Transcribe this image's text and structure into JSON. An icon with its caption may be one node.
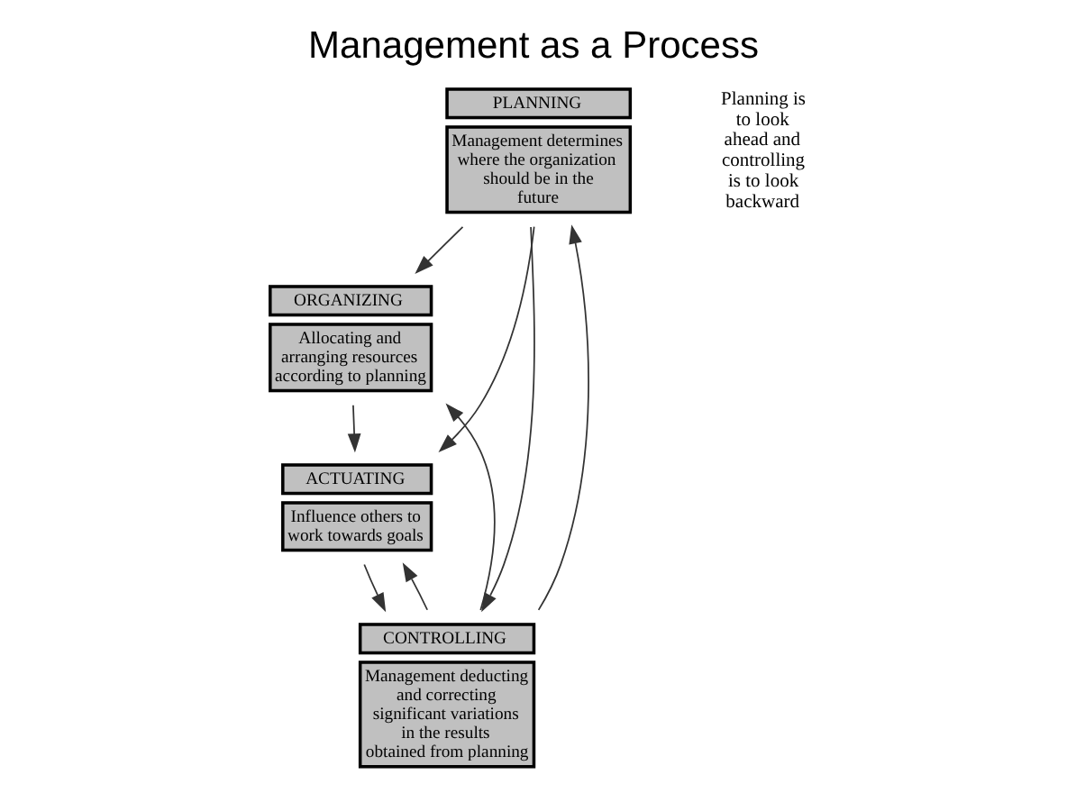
{
  "diagram": {
    "title": "Management as a Process",
    "nodes": [
      {
        "text": [
          "PLANNING",
          "Management determines where the organization should be in the future"
        ]
      },
      {
        "text": [
          "ORGANIZING",
          "Allocating and arranging resources according to planning"
        ]
      },
      {
        "text": [
          "ACTUATING",
          "Influence others to work towards goals"
        ]
      },
      {
        "text": [
          "CONTROLLING",
          "Management deducting and correcting significant variations in the results obtained from planning"
        ]
      }
    ],
    "edges": [
      {
        "from": 0,
        "to": 1,
        "arrow": "to"
      },
      {
        "from": 1,
        "to": 2,
        "arrow": "to"
      },
      {
        "from": 0,
        "to": 2,
        "arrow": "to"
      },
      {
        "from": 2,
        "to": 3,
        "arrow": "to"
      },
      {
        "from": 0,
        "to": 3,
        "arrow": "to"
      },
      {
        "from": 3,
        "to": 0,
        "arrow": "to"
      },
      {
        "from": 3,
        "to": 1,
        "arrow": "to"
      },
      {
        "from": 3,
        "to": 2,
        "arrow": "to"
      }
    ],
    "labels": [
      "Planning is to look ahead and controlling is to look backward"
    ]
  }
}
